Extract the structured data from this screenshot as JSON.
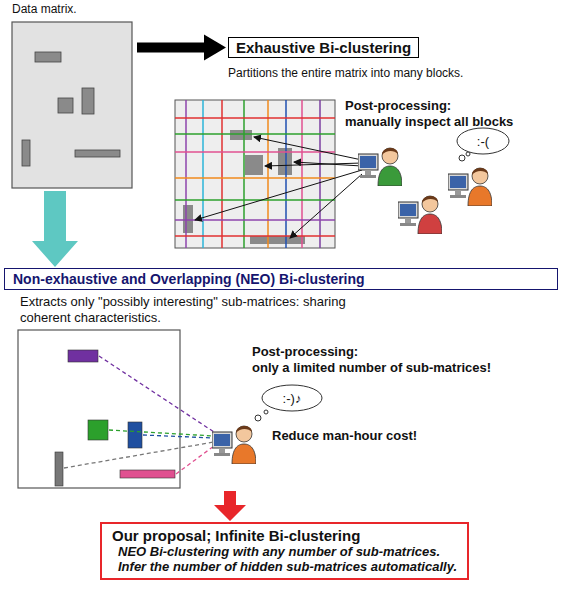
{
  "diagram": {
    "nodes": [
      {
        "text": [
          "Data matrix."
        ]
      },
      {
        "text": [
          "Exhaustive Bi-clustering"
        ]
      },
      {
        "text": [
          "Non-exhaustive and Overlapping (NEO) Bi-clustering",
          "Extracts only \"possibly interesting\" sub-matrices: sharing coherent characteristics."
        ]
      },
      {
        "text": [
          "Our proposal; Infinite Bi-clustering",
          "NEO Bi-clustering with any number of sub-matrices.",
          "Infer the number of hidden sub-matrices automatically."
        ]
      }
    ],
    "edges": [
      {
        "from": 0,
        "to": 1,
        "arrow": "to"
      },
      {
        "from": 0,
        "to": 2,
        "arrow": "to"
      },
      {
        "from": 2,
        "to": 3,
        "arrow": "to"
      }
    ],
    "labels": [
      "Partitions the entire matrix into many blocks.",
      "Post-processing:",
      "manually inspect all blocks",
      ":-(",
      "Post-processing:",
      "only a limited number of sub-matrices!",
      ":-)♪",
      "Reduce man-hour cost!"
    ]
  }
}
